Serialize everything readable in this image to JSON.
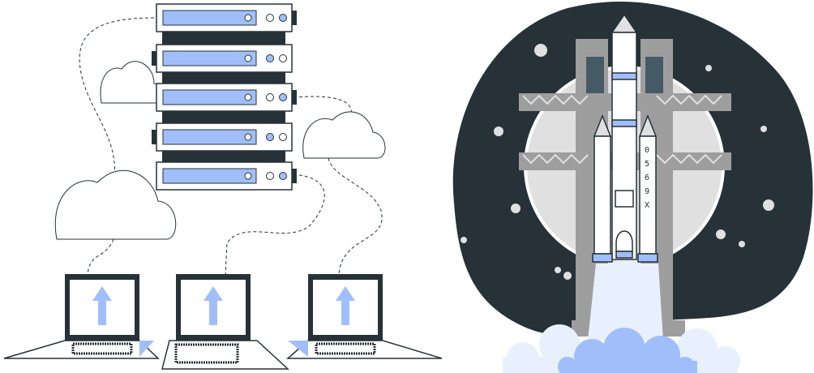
{
  "rocket": {
    "serial": [
      "0",
      "5",
      "6",
      "9",
      "X"
    ]
  },
  "colors": {
    "dark": "#263238",
    "accent": "#a0bffa",
    "gray": "#9e9e9e",
    "light": "#e0e0e0",
    "smoke": "#e9f0fd"
  },
  "illustration": {
    "servers": 5,
    "laptops": 3,
    "clouds": 3
  }
}
